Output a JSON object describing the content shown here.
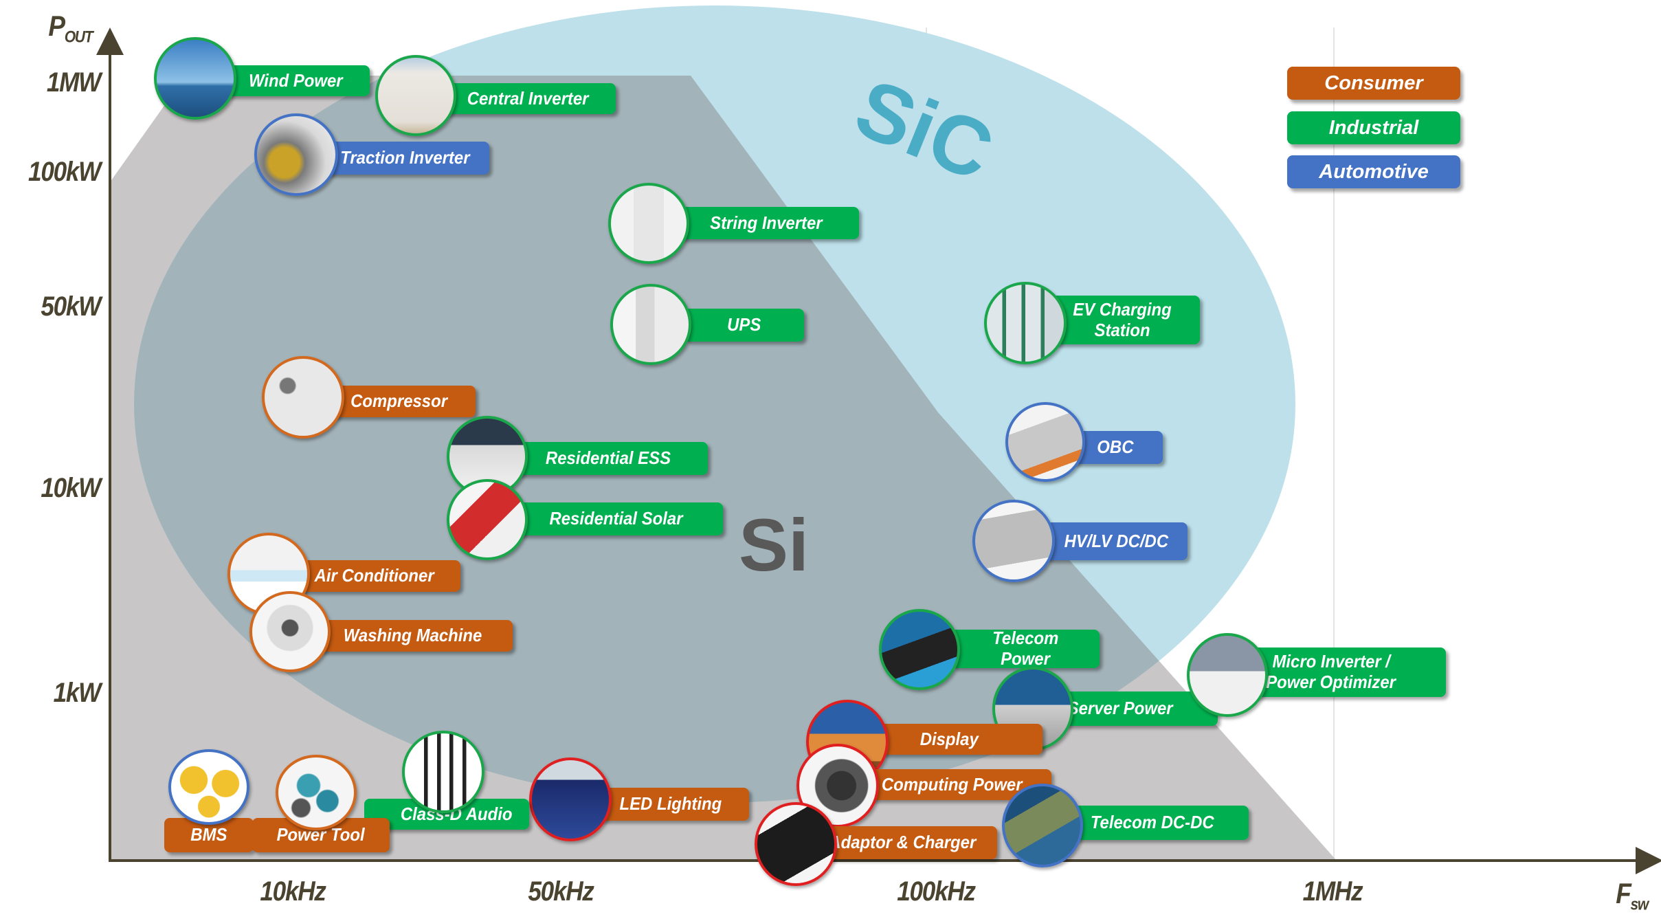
{
  "chart_data": {
    "type": "scatter",
    "title": "",
    "xlabel": "F_SW",
    "ylabel": "P_OUT",
    "x_scale": "log",
    "y_scale": "log",
    "x_ticks": [
      "10kHz",
      "50kHz",
      "100kHz",
      "1MHz"
    ],
    "y_ticks": [
      "1MW",
      "100kW",
      "50kW",
      "10kW",
      "1kW"
    ],
    "regions": [
      {
        "name": "Si",
        "label": "Si",
        "color": "#a2b3b9",
        "description": "Silicon operating region (lower frequency)"
      },
      {
        "name": "SiC",
        "label": "SiC",
        "color": "#bde0ea",
        "description": "Silicon carbide operating region (higher frequency / power)"
      },
      {
        "name": "background",
        "label": "",
        "color": "#c8c6c6"
      }
    ],
    "legend": {
      "position": "top-right",
      "entries": [
        {
          "name": "Consumer",
          "color": "#c55a11"
        },
        {
          "name": "Industrial",
          "color": "#00b050"
        },
        {
          "name": "Automotive",
          "color": "#4472c4"
        }
      ]
    },
    "applications": [
      {
        "label": "Wind Power",
        "category": "Industrial",
        "fsw_approx": "~7kHz",
        "pout_approx": "~1MW"
      },
      {
        "label": "Central Inverter",
        "category": "Industrial",
        "fsw_approx": "~20kHz",
        "pout_approx": "~700kW"
      },
      {
        "label": "Traction Inverter",
        "category": "Automotive",
        "fsw_approx": "~12kHz",
        "pout_approx": "~200kW"
      },
      {
        "label": "String Inverter",
        "category": "Industrial",
        "fsw_approx": "~60kHz",
        "pout_approx": "~80kW"
      },
      {
        "label": "UPS",
        "category": "Industrial",
        "fsw_approx": "~60kHz",
        "pout_approx": "~40kW"
      },
      {
        "label": "EV Charging Station",
        "category": "Industrial",
        "fsw_approx": "~130kHz",
        "pout_approx": "~50kW"
      },
      {
        "label": "Compressor",
        "category": "Consumer",
        "fsw_approx": "~12kHz",
        "pout_approx": "~20kW"
      },
      {
        "label": "Residential ESS",
        "category": "Industrial",
        "fsw_approx": "~30kHz",
        "pout_approx": "~12kW"
      },
      {
        "label": "Residential Solar",
        "category": "Industrial",
        "fsw_approx": "~30kHz",
        "pout_approx": "~8kW"
      },
      {
        "label": "OBC",
        "category": "Automotive",
        "fsw_approx": "~140kHz",
        "pout_approx": "~15kW"
      },
      {
        "label": "HV/LV DC/DC",
        "category": "Automotive",
        "fsw_approx": "~130kHz",
        "pout_approx": "~6kW"
      },
      {
        "label": "Air Conditioner",
        "category": "Consumer",
        "fsw_approx": "~10kHz",
        "pout_approx": "~5kW"
      },
      {
        "label": "Washing Machine",
        "category": "Consumer",
        "fsw_approx": "~10kHz",
        "pout_approx": "~3kW"
      },
      {
        "label": "Telecom Power",
        "category": "Industrial",
        "fsw_approx": "~100kHz",
        "pout_approx": "~2kW"
      },
      {
        "label": "Server Power",
        "category": "Industrial",
        "fsw_approx": "~130kHz",
        "pout_approx": "~1kW"
      },
      {
        "label": "Micro Inverter / Power Optimizer",
        "category": "Industrial",
        "fsw_approx": "~300kHz",
        "pout_approx": "~1kW"
      },
      {
        "label": "Display",
        "category": "Consumer",
        "fsw_approx": "~90kHz",
        "pout_approx": "~500W"
      },
      {
        "label": "Computing Power",
        "category": "Consumer",
        "fsw_approx": "~90kHz",
        "pout_approx": "~400W"
      },
      {
        "label": "Adaptor & Charger",
        "category": "Consumer",
        "fsw_approx": "~90kHz",
        "pout_approx": "~200W"
      },
      {
        "label": "Telecom DC-DC",
        "category": "Industrial",
        "fsw_approx": "~150kHz",
        "pout_approx": "~300W"
      },
      {
        "label": "LED Lighting",
        "category": "Consumer",
        "fsw_approx": "~50kHz",
        "pout_approx": "~300W"
      },
      {
        "label": "Class-D Audio",
        "category": "Industrial",
        "fsw_approx": "~30kHz",
        "pout_approx": "~250W"
      },
      {
        "label": "BMS",
        "category": "Consumer",
        "fsw_approx": "~8kHz",
        "pout_approx": "~200W"
      },
      {
        "label": "Power Tool",
        "category": "Consumer",
        "fsw_approx": "~15kHz",
        "pout_approx": "~200W"
      }
    ]
  },
  "axes": {
    "y_title_main": "P",
    "y_title_sub": "OUT",
    "x_title_main": "F",
    "x_title_sub": "SW",
    "y_ticks": [
      "1MW",
      "100kW",
      "50kW",
      "10kW",
      "1kW"
    ],
    "x_ticks": [
      "10kHz",
      "50kHz",
      "100kHz",
      "1MHz"
    ]
  },
  "regions": {
    "si_label": "Si",
    "sic_label": "SiC"
  },
  "legend": [
    "Consumer",
    "Industrial",
    "Automotive"
  ],
  "apps": {
    "wind_power": "Wind Power",
    "central_inverter": "Central Inverter",
    "traction_inverter": "Traction Inverter",
    "string_inverter": "String Inverter",
    "ups": "UPS",
    "ev_charging_1": "EV Charging",
    "ev_charging_2": "Station",
    "compressor": "Compressor",
    "residential_ess": "Residential ESS",
    "residential_solar": "Residential Solar",
    "obc": "OBC",
    "hvlv_dcdc": "HV/LV DC/DC",
    "air_conditioner": "Air Conditioner",
    "washing_machine": "Washing Machine",
    "telecom_power_1": "Telecom",
    "telecom_power_2": "Power",
    "server_power": "Server Power",
    "micro_inverter_1": "Micro Inverter /",
    "micro_inverter_2": "Power Optimizer",
    "display": "Display",
    "computing_power": "Computing Power",
    "adaptor_charger": "Adaptor & Charger",
    "telecom_dcdc": "Telecom DC-DC",
    "led_lighting": "LED Lighting",
    "class_d_audio": "Class-D Audio",
    "bms": "BMS",
    "power_tool": "Power Tool"
  }
}
